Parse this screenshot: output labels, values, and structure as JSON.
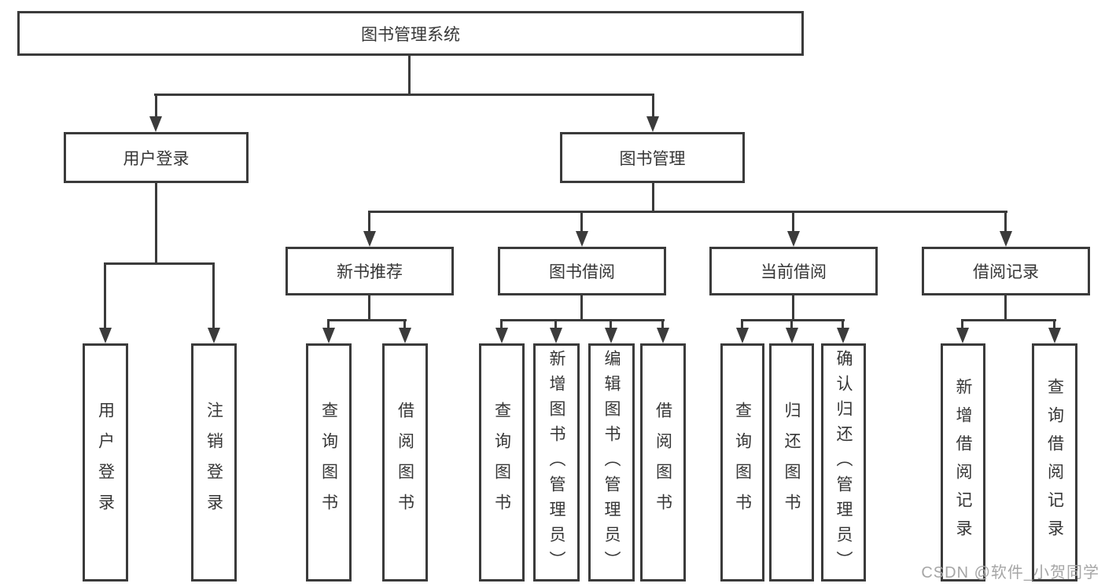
{
  "diagram": {
    "type": "hierarchy",
    "root": {
      "label": "图书管理系统",
      "children": [
        {
          "label": "用户登录",
          "children": [
            {
              "label": "用户登录"
            },
            {
              "label": "注销登录"
            }
          ]
        },
        {
          "label": "图书管理",
          "children": [
            {
              "label": "新书推荐",
              "children": [
                {
                  "label": "查询图书"
                },
                {
                  "label": "借阅图书"
                }
              ]
            },
            {
              "label": "图书借阅",
              "children": [
                {
                  "label": "查询图书"
                },
                {
                  "label": "新增图书（管理员）"
                },
                {
                  "label": "编辑图书（管理员）"
                },
                {
                  "label": "借阅图书"
                }
              ]
            },
            {
              "label": "当前借阅",
              "children": [
                {
                  "label": "查询图书"
                },
                {
                  "label": "归还图书"
                },
                {
                  "label": "确认归还（管理员）"
                }
              ]
            },
            {
              "label": "借阅记录",
              "children": [
                {
                  "label": "新增借阅记录"
                },
                {
                  "label": "查询借阅记录"
                }
              ]
            }
          ]
        }
      ]
    }
  },
  "watermark": {
    "text": "CSDN @软件_小贺同学"
  }
}
